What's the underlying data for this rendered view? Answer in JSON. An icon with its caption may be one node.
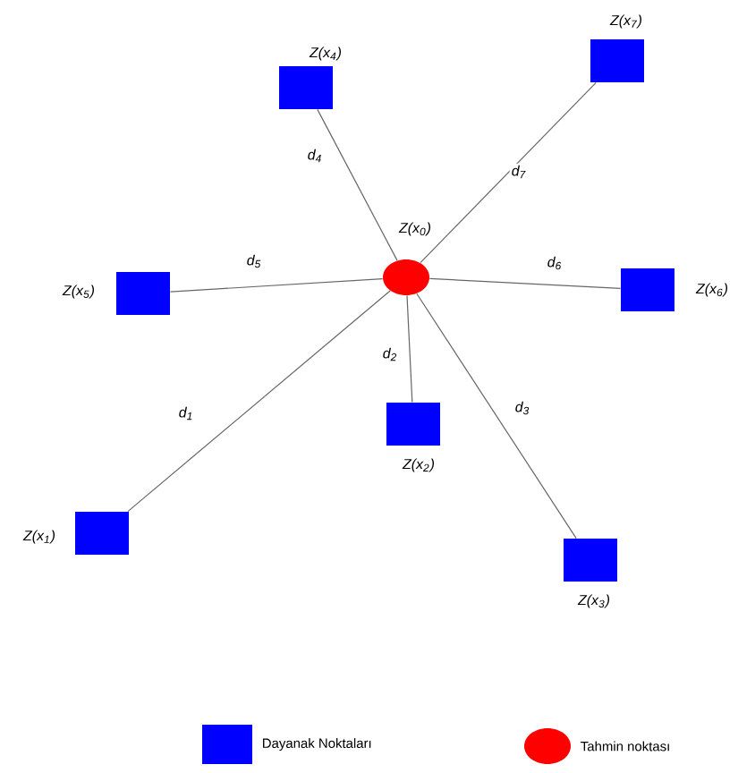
{
  "diagram": {
    "nodes": [
      {
        "text": [
          "Z(x$_{7}$)"
        ]
      },
      {
        "text": [
          "Z(x$_{4}$)"
        ]
      },
      {
        "text": [
          "Z(x$_{0}$)"
        ]
      },
      {
        "text": [
          "Z(x$_{5}$)"
        ]
      },
      {
        "text": [
          "Z(x$_{6}$)"
        ]
      },
      {
        "text": [
          "Z(x$_{2}$)"
        ]
      },
      {
        "text": [
          "Z(x$_{1}$)"
        ]
      },
      {
        "text": [
          "Z(x$_{3}$)"
        ]
      }
    ],
    "edges": [
      {
        "from": 2,
        "to": 1,
        "arrow": "none",
        "label": "d$_{4}$"
      },
      {
        "from": 2,
        "to": 0,
        "arrow": "none",
        "label": "d$_{7}$"
      },
      {
        "from": 2,
        "to": 3,
        "arrow": "none",
        "label": "d$_{5}$"
      },
      {
        "from": 2,
        "to": 4,
        "arrow": "none",
        "label": "d$_{6}$"
      },
      {
        "from": 2,
        "to": 5,
        "arrow": "none",
        "label": "d$_{2}$"
      },
      {
        "from": 2,
        "to": 6,
        "arrow": "none",
        "label": "d$_{1}$"
      },
      {
        "from": 2,
        "to": 7,
        "arrow": "none",
        "label": "d$_{3}$"
      }
    ],
    "legend": [
      {
        "text": "Dayanak Noktaları",
        "color": "#0000ff"
      },
      {
        "text": "Tahmin noktası",
        "color": "#ff0000"
      }
    ]
  }
}
